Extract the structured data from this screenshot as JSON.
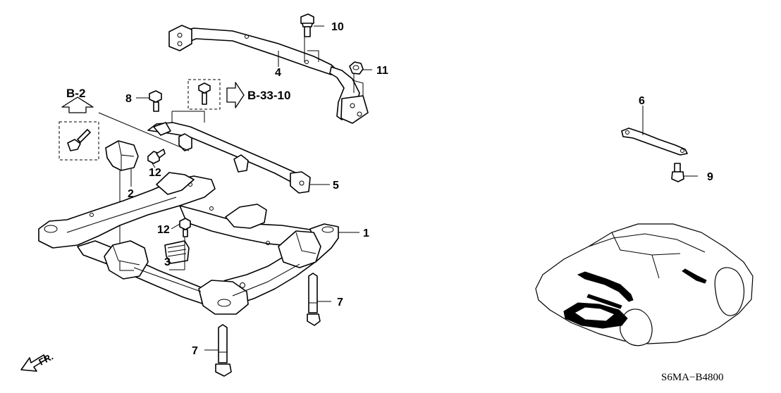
{
  "callouts": {
    "c1": "1",
    "c2": "2",
    "c3": "3",
    "c4": "4",
    "c5": "5",
    "c6": "6",
    "c7a": "7",
    "c7b": "7",
    "c8": "8",
    "c9": "9",
    "c10": "10",
    "c11": "11",
    "c12a": "12",
    "c12b": "12"
  },
  "refs": {
    "b2": "B-2",
    "b3310": "B-33-10"
  },
  "front_label": "FR.",
  "diagram_code": "S6MA−B4800",
  "icons": [
    "front-direction-arrow-icon",
    "reference-arrow-up-icon",
    "reference-arrow-right-icon"
  ]
}
